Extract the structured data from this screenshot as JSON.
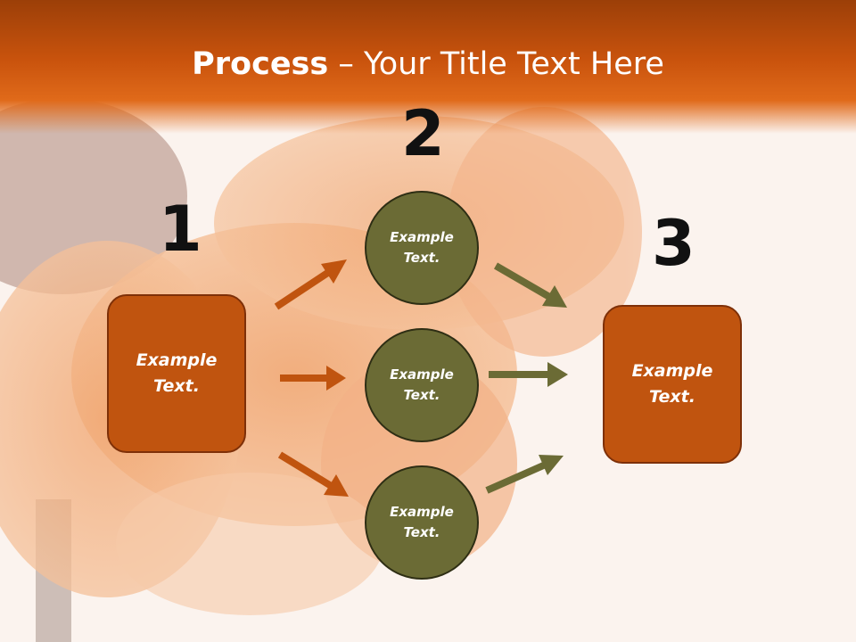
{
  "title": {
    "bold": "Process",
    "dash": " – ",
    "rest": "Your Title Text Here"
  },
  "steps": [
    {
      "number": "1",
      "text_line1": "Example",
      "text_line2": "Text."
    },
    {
      "number": "2",
      "circles": [
        {
          "text_line1": "Example",
          "text_line2": "Text."
        },
        {
          "text_line1": "Example",
          "text_line2": "Text."
        },
        {
          "text_line1": "Example",
          "text_line2": "Text."
        }
      ]
    },
    {
      "number": "3",
      "text_line1": "Example",
      "text_line2": "Text."
    }
  ],
  "colors": {
    "title_band": "#c9530d",
    "box_fill": "#c0540f",
    "circle_fill": "#6b6b35",
    "arrow_orange": "#c0540f",
    "arrow_olive": "#6b6b35"
  }
}
